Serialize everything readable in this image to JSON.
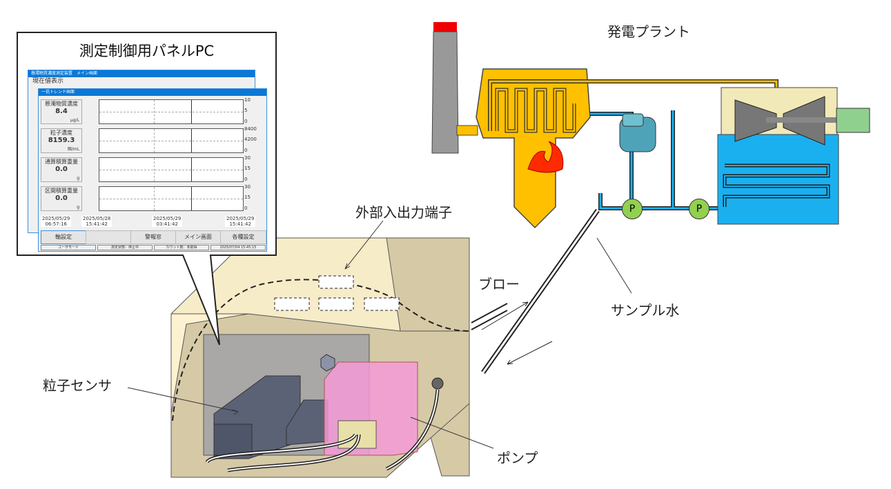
{
  "labels": {
    "plant": "発電プラント",
    "io_terminal": "外部入出力端子",
    "blow": "ブロー",
    "sample_water": "サンプル水",
    "particle_sensor": "粒子センサ",
    "pump": "ポンプ",
    "pump_symbol": "P"
  },
  "panel_pc": {
    "title": "測定制御用パネルPC",
    "main_window_title": "懸濁物質濃度測定装置　メイン画面",
    "main_window_heading": "現在値表示",
    "trend_window_title": "一括トレンド画面",
    "gauges": [
      {
        "name": "懸濁物質濃度",
        "value": "8.4",
        "unit": "μg/L",
        "axis": [
          "10",
          "5",
          "0"
        ]
      },
      {
        "name": "粒子濃度",
        "value": "8159.3",
        "unit": "個/mL",
        "axis": [
          "8400",
          "4200",
          "0"
        ]
      },
      {
        "name": "通算積算重量",
        "value": "0.0",
        "unit": "g",
        "axis": [
          "30",
          "15",
          "0"
        ]
      },
      {
        "name": "区間積算重量",
        "value": "0.0",
        "unit": "g",
        "axis": [
          "30",
          "15",
          "0"
        ]
      }
    ],
    "dates": [
      [
        "2025/05/29",
        "06:57:16"
      ],
      [
        "2025/05/28",
        "15:41:42"
      ],
      [
        "2025/05/29",
        "03:41:42"
      ],
      [
        "2025/05/29",
        "15:41:42"
      ]
    ],
    "buttons": [
      "軸設定",
      "",
      "警報窓",
      "メイン画面",
      "各種設定"
    ],
    "status": [
      "ユーザモード",
      "測定状態：停止中",
      "カウント数：未取得",
      "2025/07/04 15:45:15"
    ]
  },
  "colors": {
    "boiler": "#ffc000",
    "water": "#1ab0f0",
    "pipe": "#1f6fb5",
    "pump": "#92d050",
    "enclosure": "#d6c9a6",
    "pump_box": "#f59ad6",
    "sensor": "#6b7486"
  }
}
